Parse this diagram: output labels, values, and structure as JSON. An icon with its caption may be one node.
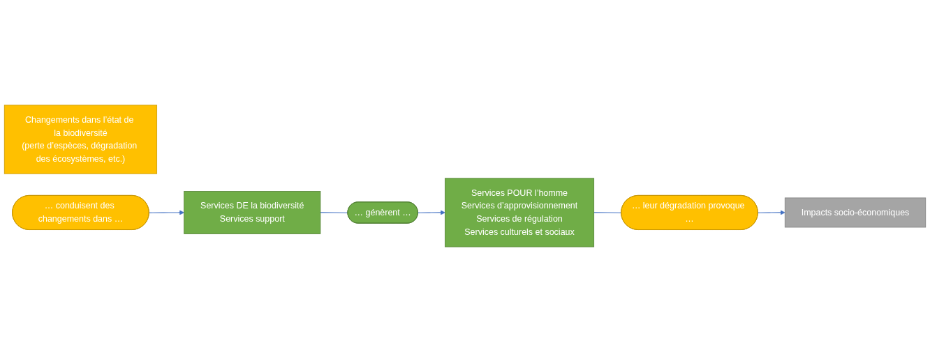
{
  "diagram": {
    "nodes": [
      {
        "text": [
          "Changements dans l’état de la biodiversité",
          "(perte d’espèces, dégradation des écosystèmes, etc.)"
        ]
      },
      {
        "text": [
          "… conduisent des changements dans …"
        ]
      },
      {
        "text": [
          "Services DE la biodiversité",
          "Services support"
        ]
      },
      {
        "text": [
          "… génèrent …"
        ]
      },
      {
        "text": [
          "Services POUR l’homme",
          "Services d’approvisionnement",
          "Services de régulation",
          "Services culturels et sociaux"
        ]
      },
      {
        "text": [
          "… leur dégradation provoque …"
        ]
      },
      {
        "text": [
          "Impacts socio-économiques"
        ]
      }
    ],
    "edges": [
      {
        "from": 1,
        "to": 2,
        "arrow": "to"
      },
      {
        "from": 2,
        "to": 3,
        "arrow": "none"
      },
      {
        "from": 3,
        "to": 4,
        "arrow": "to"
      },
      {
        "from": 4,
        "to": 5,
        "arrow": "none"
      },
      {
        "from": 5,
        "to": 6,
        "arrow": "to"
      }
    ]
  }
}
